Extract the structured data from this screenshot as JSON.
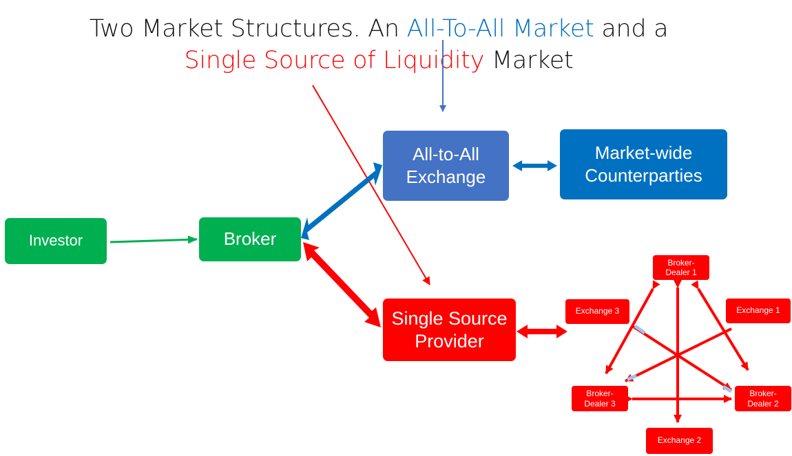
{
  "title": {
    "line1_prefix": "Two Market Structures. An ",
    "line1_highlight": "All-To-All Market",
    "line1_suffix": " and a",
    "line2_highlight": "Single Source of Liquidity",
    "line2_suffix": " Market"
  },
  "nodes": {
    "investor": "Investor",
    "broker": "Broker",
    "all_to_all_line1": "All-to-All",
    "all_to_all_line2": "Exchange",
    "market_wide_line1": "Market-wide",
    "market_wide_line2": "Counterparties",
    "single_source_line1": "Single Source",
    "single_source_line2": "Provider",
    "exchange1": "Exchange 1",
    "exchange2": "Exchange 2",
    "exchange3": "Exchange 3",
    "broker_dealer1_line1": "Broker-",
    "broker_dealer1_line2": "Dealer 1",
    "broker_dealer2_line1": "Broker-",
    "broker_dealer2_line2": "Dealer 2",
    "broker_dealer3_line1": "Broker-",
    "broker_dealer3_line2": "Dealer 3"
  },
  "colors": {
    "green": "#00b050",
    "blue_box": "#4472c4",
    "blue_dark": "#0070c0",
    "red": "#ff0000",
    "light_blue": "#9dc3e6"
  }
}
